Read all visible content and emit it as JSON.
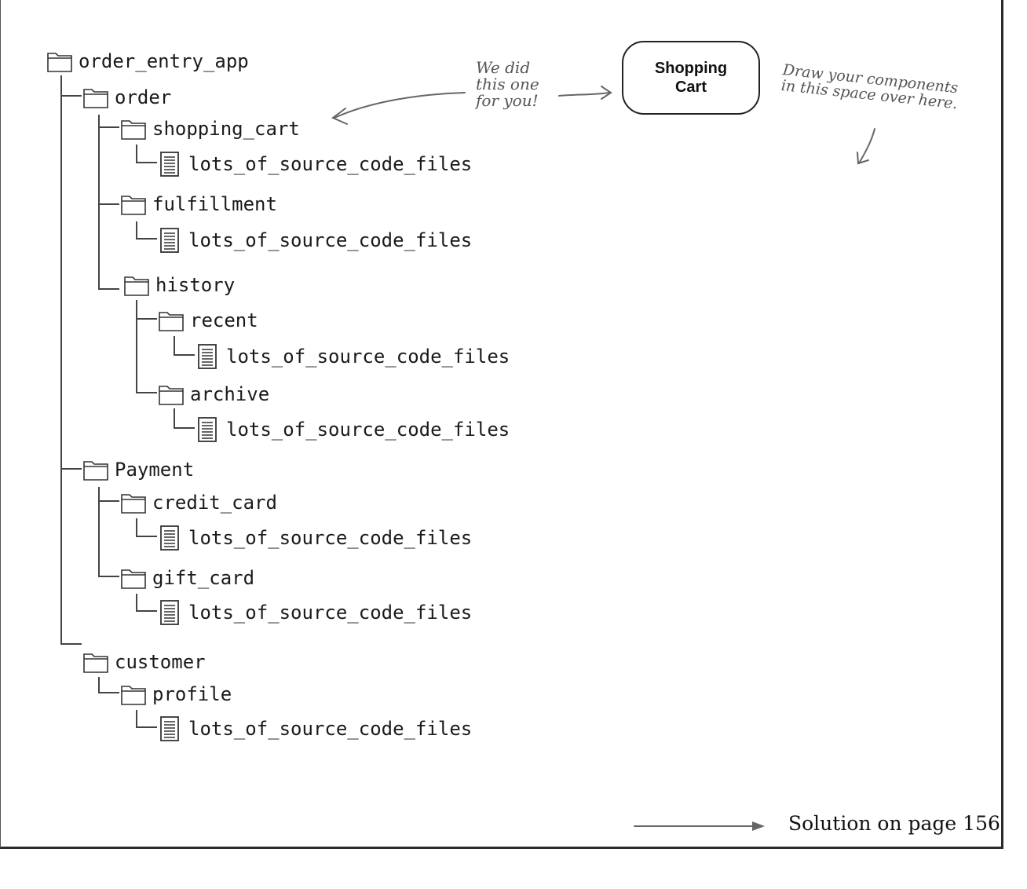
{
  "tree": {
    "root": {
      "label": "order_entry_app",
      "type": "folder"
    },
    "order": {
      "label": "order",
      "type": "folder"
    },
    "shopping_cart": {
      "label": "shopping_cart",
      "type": "folder"
    },
    "shopping_cart_files": {
      "label": "lots_of_source_code_files",
      "type": "file"
    },
    "fulfillment": {
      "label": "fulfillment",
      "type": "folder"
    },
    "fulfillment_files": {
      "label": "lots_of_source_code_files",
      "type": "file"
    },
    "history": {
      "label": "history",
      "type": "folder"
    },
    "recent": {
      "label": "recent",
      "type": "folder"
    },
    "recent_files": {
      "label": "lots_of_source_code_files",
      "type": "file"
    },
    "archive": {
      "label": "archive",
      "type": "folder"
    },
    "archive_files": {
      "label": "lots_of_source_code_files",
      "type": "file"
    },
    "payment": {
      "label": "Payment",
      "type": "folder"
    },
    "credit_card": {
      "label": "credit_card",
      "type": "folder"
    },
    "credit_card_files": {
      "label": "lots_of_source_code_files",
      "type": "file"
    },
    "gift_card": {
      "label": "gift_card",
      "type": "folder"
    },
    "gift_card_files": {
      "label": "lots_of_source_code_files",
      "type": "file"
    },
    "customer": {
      "label": "customer",
      "type": "folder"
    },
    "profile": {
      "label": "profile",
      "type": "folder"
    },
    "profile_files": {
      "label": "lots_of_source_code_files",
      "type": "file"
    }
  },
  "annotations": {
    "note_left": [
      "We did",
      "this one",
      "for you!"
    ],
    "component_box": "Shopping Cart",
    "note_right": [
      "Draw your components",
      "in this space over here."
    ]
  },
  "footer": {
    "solution_text": "Solution on page 156"
  },
  "icons": {
    "folder": "folder-icon",
    "file": "file-icon"
  },
  "colors": {
    "lines": "#555555",
    "handwriting": "#555555",
    "text": "#1a1a1a"
  }
}
